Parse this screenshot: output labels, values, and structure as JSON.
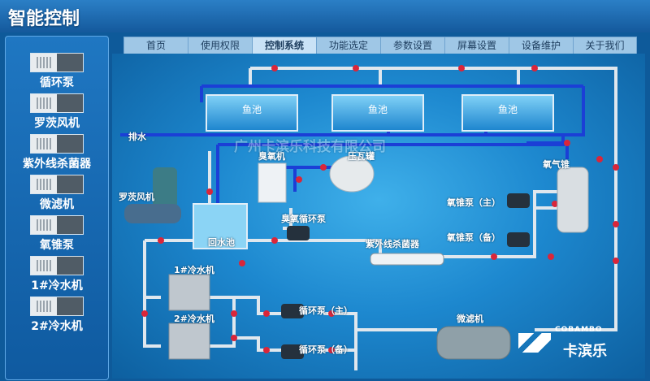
{
  "app": {
    "title": "智能控制"
  },
  "sidebar": {
    "items": [
      {
        "label": "循环泵"
      },
      {
        "label": "罗茨风机"
      },
      {
        "label": "紫外线杀菌器"
      },
      {
        "label": "微滤机"
      },
      {
        "label": "氧锥泵"
      },
      {
        "label": "1#冷水机"
      },
      {
        "label": "2#冷水机"
      }
    ]
  },
  "nav": {
    "tabs": [
      {
        "label": "首页"
      },
      {
        "label": "使用权限"
      },
      {
        "label": "控制系统"
      },
      {
        "label": "功能选定"
      },
      {
        "label": "参数设置"
      },
      {
        "label": "屏幕设置"
      },
      {
        "label": "设备维护"
      },
      {
        "label": "关于我们"
      }
    ],
    "active": "控制系统"
  },
  "diagram": {
    "tanks": [
      {
        "label": "鱼池"
      },
      {
        "label": "鱼池"
      },
      {
        "label": "鱼池"
      }
    ],
    "drain": "排水",
    "ozone_gen": "臭氧机",
    "gas_tank": "压瓦罐",
    "oxygen_cone": "氧气锥",
    "roots_blower": "罗茨风机",
    "return_tank": "回水池",
    "ozone_pump": "臭氧循环泵",
    "uv": "紫外线杀菌器",
    "cone_pump_main": "氧锥泵（主）",
    "cone_pump_spare": "氧锥泵（备）",
    "chiller1": "1#冷水机",
    "chiller2": "2#冷水机",
    "circ_main": "循环泵（主）",
    "circ_spare": "循环泵（备）",
    "microfilter": "微滤机"
  },
  "watermark": {
    "company": "广州卡滨乐科技有限公司"
  },
  "logo": {
    "mark": "COBAMBO",
    "name": "卡滨乐"
  },
  "colors": {
    "pipe_main": "#1b3fd6",
    "pipe_gray": "#dfe7ee",
    "valve": "#d9263a"
  }
}
